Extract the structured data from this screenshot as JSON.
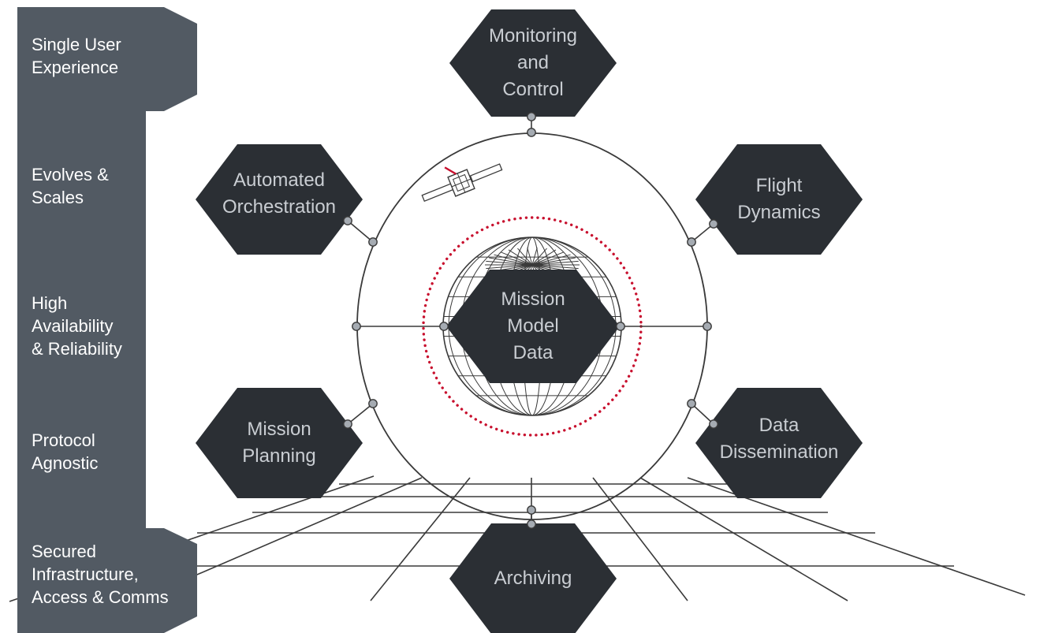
{
  "sidebar": {
    "items": [
      {
        "label": "Single User\nExperience"
      },
      {
        "label": "Evolves &\nScales"
      },
      {
        "label": "High\nAvailability\n& Reliability"
      },
      {
        "label": "Protocol\nAgnostic"
      },
      {
        "label": "Secured\nInfrastructure,\nAccess & Comms"
      }
    ]
  },
  "hub": {
    "label": "Mission\nModel\nData"
  },
  "modules": [
    {
      "id": "monitoring",
      "label": "Monitoring\nand\nControl"
    },
    {
      "id": "orchestration",
      "label": "Automated\nOrchestration"
    },
    {
      "id": "flight",
      "label": "Flight\nDynamics"
    },
    {
      "id": "planning",
      "label": "Mission\nPlanning"
    },
    {
      "id": "dissemination",
      "label": "Data\nDissemination"
    },
    {
      "id": "archiving",
      "label": "Archiving"
    }
  ],
  "colors": {
    "sidebar": "#525a63",
    "hexagon": "#2b2f34",
    "hex_text": "#c9cdd2",
    "lines": "#3a3a3a",
    "connector": "#a5abb2",
    "orbit": "#c8102e"
  }
}
